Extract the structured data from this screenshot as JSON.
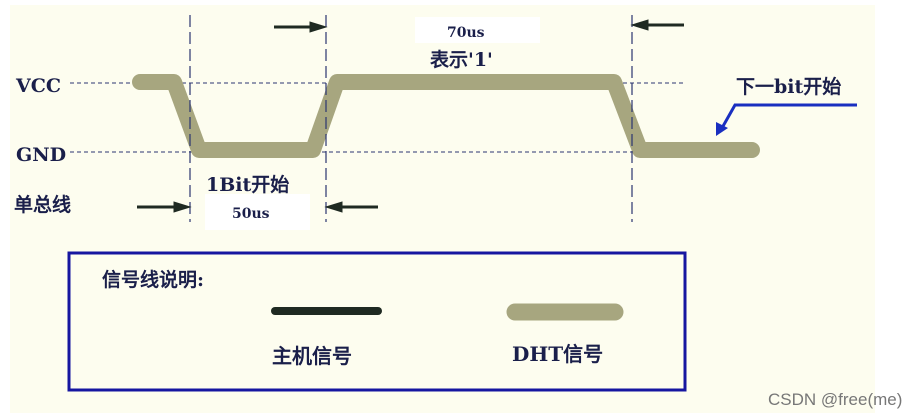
{
  "colors": {
    "background": "#fdfdef",
    "dht_signal": "#a7a67f",
    "host_signal": "#1f2a22",
    "guide_line": "#2a3570",
    "legend_border": "#1616a0",
    "annotation_arrow": "#1a2fc0"
  },
  "axis_labels": {
    "vcc": "VCC",
    "gnd": "GND",
    "bus": "单总线"
  },
  "annotations": {
    "bit_start": "1Bit开始",
    "low_time": "50us",
    "high_time": "70us",
    "meaning": "表示'1'",
    "next_bit": "下一bit开始"
  },
  "legend": {
    "title": "信号线说明:",
    "items": [
      {
        "label": "主机信号",
        "style": "host_signal"
      },
      {
        "label": "DHT信号",
        "style": "dht_signal"
      }
    ]
  },
  "watermark": "CSDN @free(me)"
}
